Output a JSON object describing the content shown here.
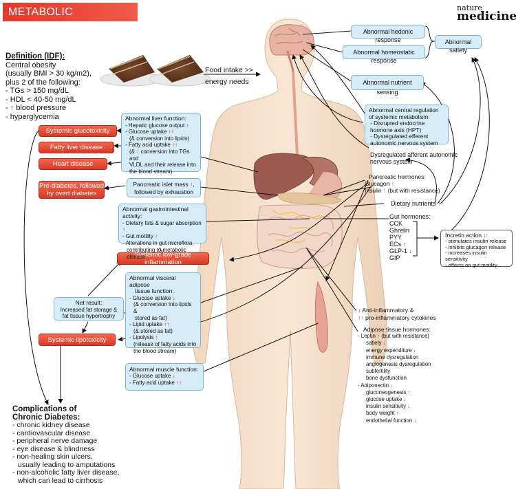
{
  "title": "METABOLIC SYNDROME",
  "brand": {
    "line1": "nature",
    "line2": "medicine"
  },
  "definition": {
    "heading": "Definition (IDF):",
    "lines": [
      "Central obesity",
      "(usually BMI > 30 kg/m2),",
      "plus 2 of the following:",
      "- TGs > 150 mg/dL",
      "- HDL < 40-50 mg/dL"
    ],
    "bp_prefix": "- ",
    "bp_arrow": "↑",
    "bp_text": " blood pressure",
    "hyper": "- hyperglycemia"
  },
  "food_intake": {
    "line1": "Food intake >>",
    "line2": "energy needs"
  },
  "brain": {
    "hedonic": "Abnormal hedonic response",
    "homeostatic": "Abnormal homeostatic response",
    "satiety": "Abnormal satiety",
    "nutrient_sensing": "Abnormal nutrient sensing",
    "central_regulation_title": "Abnormal central regulation of systemic metabolism:",
    "central_regulation_items": [
      "- Disrupted endocrine hormone axis (HPT)",
      "- Dysregulated efferent autonomic nervous system"
    ],
    "afferent": "Dysregulated afferent autonomic nervous system"
  },
  "red_boxes": {
    "glucotoxicity": "Systemic glucotoxicity",
    "fatty_liver": "Fatty liver disease",
    "heart": "Heart disease",
    "prediabetes": "Pre-diabetes, followed by overt diabetes",
    "inflammation": "Systemic low-grade inflammation",
    "lipotoxicity": "Systemic lipotoxicity"
  },
  "liver": {
    "title": "Abnormal liver function:",
    "l1": "- Hepatic glucose output ",
    "l1a": "↑",
    "l2": "- Glucose uptake ",
    "l2a": "↑↑",
    "l3": "(& conversion into lipids)",
    "l4": "- Fatty acid uptake ",
    "l4a": "↑↑",
    "l5a": "(& ",
    "l5b": "↑",
    "l5c": " conversion into TGs and",
    "l6": "VLDL and their release into",
    "l7": "the blood stream)"
  },
  "islet": {
    "t1": "Pancreatic islet mass ",
    "a": "↑",
    "t2": ",",
    "t3": "followed by exhaustion"
  },
  "gi": {
    "title": "Abnormal gastrointestinal activity:",
    "l1": "- Dietary fats & sugar absorption ",
    "l1a": "↑",
    "l2": "- Gut motility ",
    "l2a": "↑",
    "l3": "- Alterations in gut microflora,",
    "l4": "contributing to metabolic disease"
  },
  "visceral": {
    "title1": "Abnormal visceral adipose",
    "title2": "tissue function:",
    "l1": "- Glucose uptake ",
    "l1a": "↓",
    "l2": "(& conversion into lipids &",
    "l3": "stored as fat)",
    "l4": "- Lipid uptake ",
    "l4a": "↑↑",
    "l5": "(& stored as fat)",
    "l6": "- Lipolysis ",
    "l6a": "↑",
    "l7": "(release of fatty acids into",
    "l8": "the blood stream)"
  },
  "net_result": {
    "title": "Net result:",
    "text": "Increased fat storage & fat tissue hypertrophy"
  },
  "muscle": {
    "title": "Abnormal muscle function:",
    "l1": "- Glucose uptake ",
    "l1a": "↓",
    "l2": "- Fatty acid uptake ",
    "l2a": "↑↑"
  },
  "complications": {
    "title1": "Complications of",
    "title2": "Chronic Diabetes:",
    "items": [
      "- chronic kidney disease",
      "- cardiovascular disease",
      "- peripheral nerve damage",
      "- eye disease & blindness",
      "- non-healing skin ulcers,",
      "  usually leading to amputations",
      "- non-alcoholic fatty liver disease,",
      "  which can lead to cirrhosis"
    ]
  },
  "pancreatic_hormones": {
    "title": "Pancreatic hormones:",
    "glucagon": "Glucagon ",
    "glucagon_a": "↑",
    "insulin": "Insulin ",
    "insulin_a": "↑",
    "insulin_note": " (but with resistance)"
  },
  "dietary_nutrients": {
    "text": "Dietary nutrients ",
    "a": "↑↑"
  },
  "gut_hormones": {
    "title": "Gut hormones:",
    "items": [
      "CCK",
      "Ghrelin",
      "PYY",
      "ECs",
      "GLP-1",
      "GIP"
    ],
    "glp_a": "↓",
    "ecs_a": "↑"
  },
  "incretin": {
    "title": "Incretin action ",
    "a": "↓",
    "colon": ":",
    "items": [
      "- stimulates insulin release",
      "- inhibits glucagon release",
      "- increases insulin sensitivity",
      "- effects on gut motility"
    ]
  },
  "cytokines": {
    "a1": "↓",
    "t1": " Anti-inflammatory &",
    "a2": "↑↑",
    "t2": " pro-inflammatory cytokines"
  },
  "adipose_hormones": {
    "title": "Adipose tissue hormones:",
    "leptin": "- Leptin ",
    "leptin_a": "↑",
    "leptin_note": " (but with resistance)",
    "leptin_items": [
      {
        "t": "satiety ",
        "a": "↓"
      },
      {
        "t": "energy expenditure ",
        "a": "↓"
      },
      {
        "t": "immune dysregulation",
        "a": ""
      },
      {
        "t": "angiogenesis dysregulation",
        "a": ""
      },
      {
        "t": "subfertility",
        "a": ""
      },
      {
        "t": "bone dysfunction",
        "a": ""
      }
    ],
    "adipo": "- Adiponectin ",
    "adipo_a": "↓",
    "adipo_items": [
      {
        "t": "gluconeogenesis ",
        "a": "↑"
      },
      {
        "t": "glucose uptake ",
        "a": "↓"
      },
      {
        "t": "insulin sensitivity ",
        "a": "↓"
      },
      {
        "t": "body weight ",
        "a": "↑"
      },
      {
        "t": "endothelial function ",
        "a": "↓"
      }
    ]
  }
}
